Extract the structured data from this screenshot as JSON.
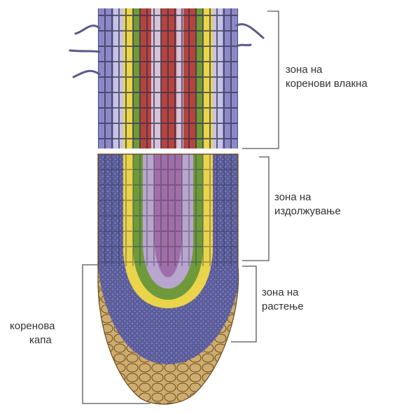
{
  "labels": {
    "root_hair_zone": [
      "зона на",
      "коренови влакна"
    ],
    "elongation_zone": [
      "зона на",
      "издолжување"
    ],
    "growth_zone": [
      "зона на",
      "растење"
    ],
    "root_cap": [
      "коренова",
      "капа"
    ]
  },
  "colors": {
    "epidermis_purple": "#8d88c8",
    "cortex_lavender": "#c7c3e6",
    "xylem_red": "#b6443e",
    "phloem_yellow": "#e9d44a",
    "pericycle_green": "#6f9a3c",
    "cap_tan": "#d9b56a",
    "meristem_blue": "#6d6fb2"
  }
}
